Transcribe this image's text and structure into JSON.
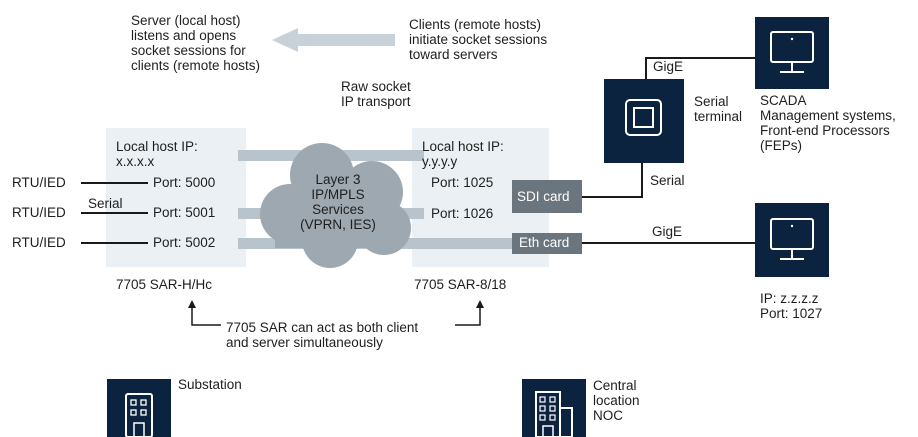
{
  "colors": {
    "navy": "#0c2340",
    "host_box": "#eaf0f4",
    "tunnel": "#b8c3cc",
    "cloud": "#9ea8b0",
    "card": "#6b757d",
    "line": "#1a1a1a"
  },
  "top": {
    "server_text": "Server (local host)\nlistens and opens\nsocket sessions for\nclients (remote hosts)",
    "clients_text": "Clients (remote hosts)\ninitiate socket sessions\ntoward servers",
    "raw_socket_text": "Raw socket\nIP transport"
  },
  "left_host": {
    "ip_label": "Local host IP:\nx.x.x.x",
    "ports": [
      "Port: 5000",
      "Port: 5001",
      "Port: 5002"
    ],
    "devices": [
      "RTU/IED",
      "RTU/IED",
      "RTU/IED"
    ],
    "serial_label": "Serial",
    "name": "7705 SAR-H/Hc"
  },
  "cloud_text": "Layer 3\nIP/MPLS\nServices\n(VPRN, IES)",
  "right_host": {
    "ip_label": "Local host IP:\ny.y.y.y",
    "ports": [
      "Port: 1025",
      "Port: 1026"
    ],
    "sdi_card": "SDI card",
    "eth_card": "Eth card",
    "name": "7705 SAR-8/18"
  },
  "links": {
    "gige_top": "GigE",
    "serial_right": "Serial",
    "gige_bottom": "GigE"
  },
  "serial_terminal_label": "Serial\nterminal",
  "scada_label": "SCADA\nManagement systems,\nFront-end Processors\n(FEPs)",
  "ip_port_label": "IP: z.z.z.z\nPort: 1027",
  "bottom_note": "7705 SAR can act as both client\nand server simultaneously",
  "sites": {
    "substation": "Substation",
    "central": "Central\nlocation\nNOC"
  },
  "icons": [
    "monitor-icon",
    "serial-terminal-icon",
    "building-icon",
    "office-building-icon",
    "arrow-left-icon"
  ]
}
